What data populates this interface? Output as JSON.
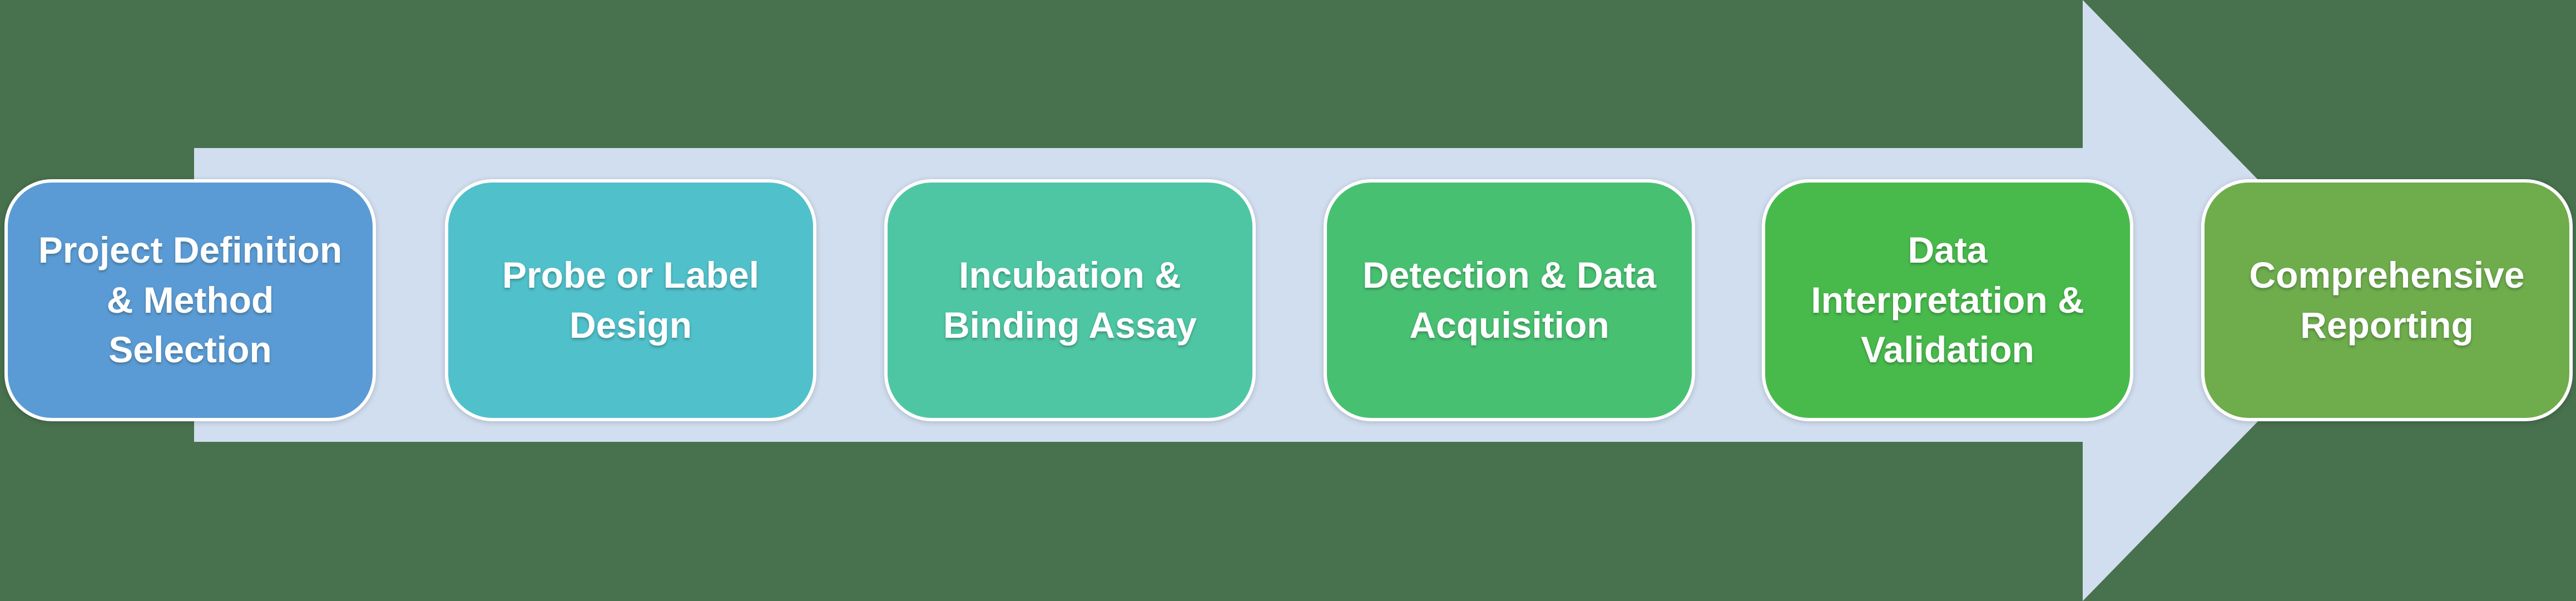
{
  "diagram": {
    "type": "process-flow-arrow",
    "background_color": "#48714e",
    "text_color": "#ffffff",
    "arrow": {
      "name": "right-block-arrow",
      "direction": "right",
      "color": "#d1deef"
    },
    "steps": [
      {
        "label": "Project Definition\n& Method\nSelection",
        "color": "#5b9bd5"
      },
      {
        "label": "Probe or Label\nDesign",
        "color": "#50c0cb"
      },
      {
        "label": "Incubation &\nBinding Assay",
        "color": "#4ec6a4"
      },
      {
        "label": "Detection & Data\nAcquisition",
        "color": "#48c072"
      },
      {
        "label": "Data\nInterpretation &\nValidation",
        "color": "#48ba4c"
      },
      {
        "label": "Comprehensive\nReporting",
        "color": "#6eac4c"
      }
    ]
  }
}
